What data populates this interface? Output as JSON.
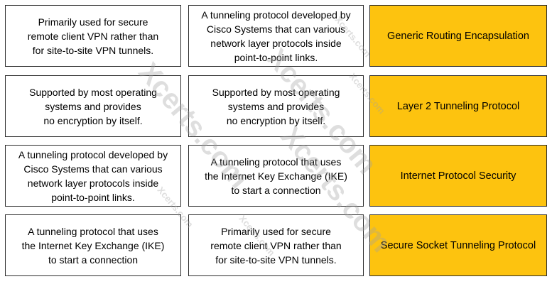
{
  "column_left": [
    "Primarily used for secure\nremote client VPN rather than\nfor site-to-site VPN tunnels.",
    "Supported by most operating\nsystems and provides\nno encryption by itself.",
    "A tunneling protocol developed by\nCisco Systems that can various\nnetwork layer protocols inside\npoint-to-point links.",
    "A tunneling protocol that uses\nthe Internet Key Exchange (IKE)\nto start a connection"
  ],
  "column_middle": [
    "A tunneling protocol developed by\nCisco Systems that can various\nnetwork layer protocols inside\npoint-to-point links.",
    "Supported by most operating\nsystems and provides\nno encryption by itself.",
    "A tunneling protocol that uses\nthe Internet Key Exchange (IKE)\nto start a connection",
    "Primarily used for secure\nremote client VPN rather than\nfor site-to-site VPN tunnels."
  ],
  "column_right": [
    "Generic Routing Encapsulation",
    "Layer 2 Tunneling Protocol",
    "Internet Protocol Security",
    "Secure Socket Tunneling Protocol"
  ],
  "watermark": {
    "big": "Xcerts.com",
    "small": "Xcerts.com"
  },
  "colors": {
    "answer_background": "#fdc30f",
    "border": "#2b2b2b"
  }
}
